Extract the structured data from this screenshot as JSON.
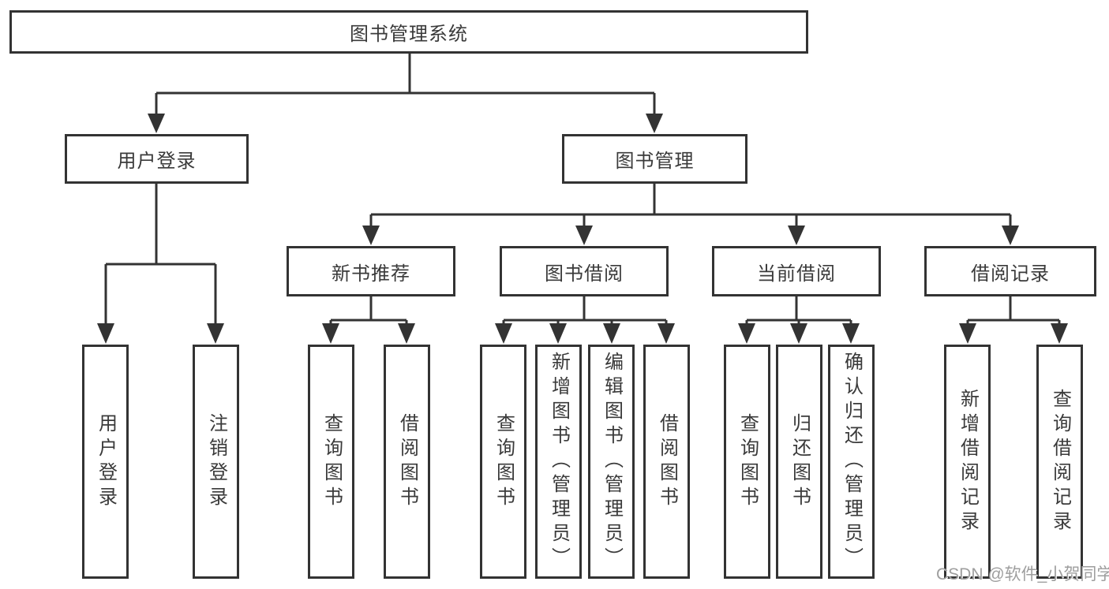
{
  "nodes": {
    "root": "图书管理系统",
    "level2": {
      "user_login": "用户登录",
      "book_management": "图书管理"
    },
    "level3": {
      "new_book_recommend": "新书推荐",
      "book_borrowing": "图书借阅",
      "current_borrowing": "当前借阅",
      "borrowing_records": "借阅记录"
    },
    "leaves": {
      "login": [
        "用户登录",
        "注销登录"
      ],
      "recommend": [
        "查询图书",
        "借阅图书"
      ],
      "borrowing": [
        "查询图书",
        "新增图书（管理员）",
        "编辑图书（管理员）",
        "借阅图书"
      ],
      "current": [
        "查询图书",
        "归还图书",
        "确认归还（管理员）"
      ],
      "records": [
        "新增借阅记录",
        "查询借阅记录"
      ]
    }
  },
  "watermark": "CSDN @软件_小贺同学",
  "colors": {
    "line": "#333333",
    "border": "#333333",
    "text": "#3a3a3a",
    "watermark": "#9e9e9e",
    "background": "#ffffff"
  }
}
